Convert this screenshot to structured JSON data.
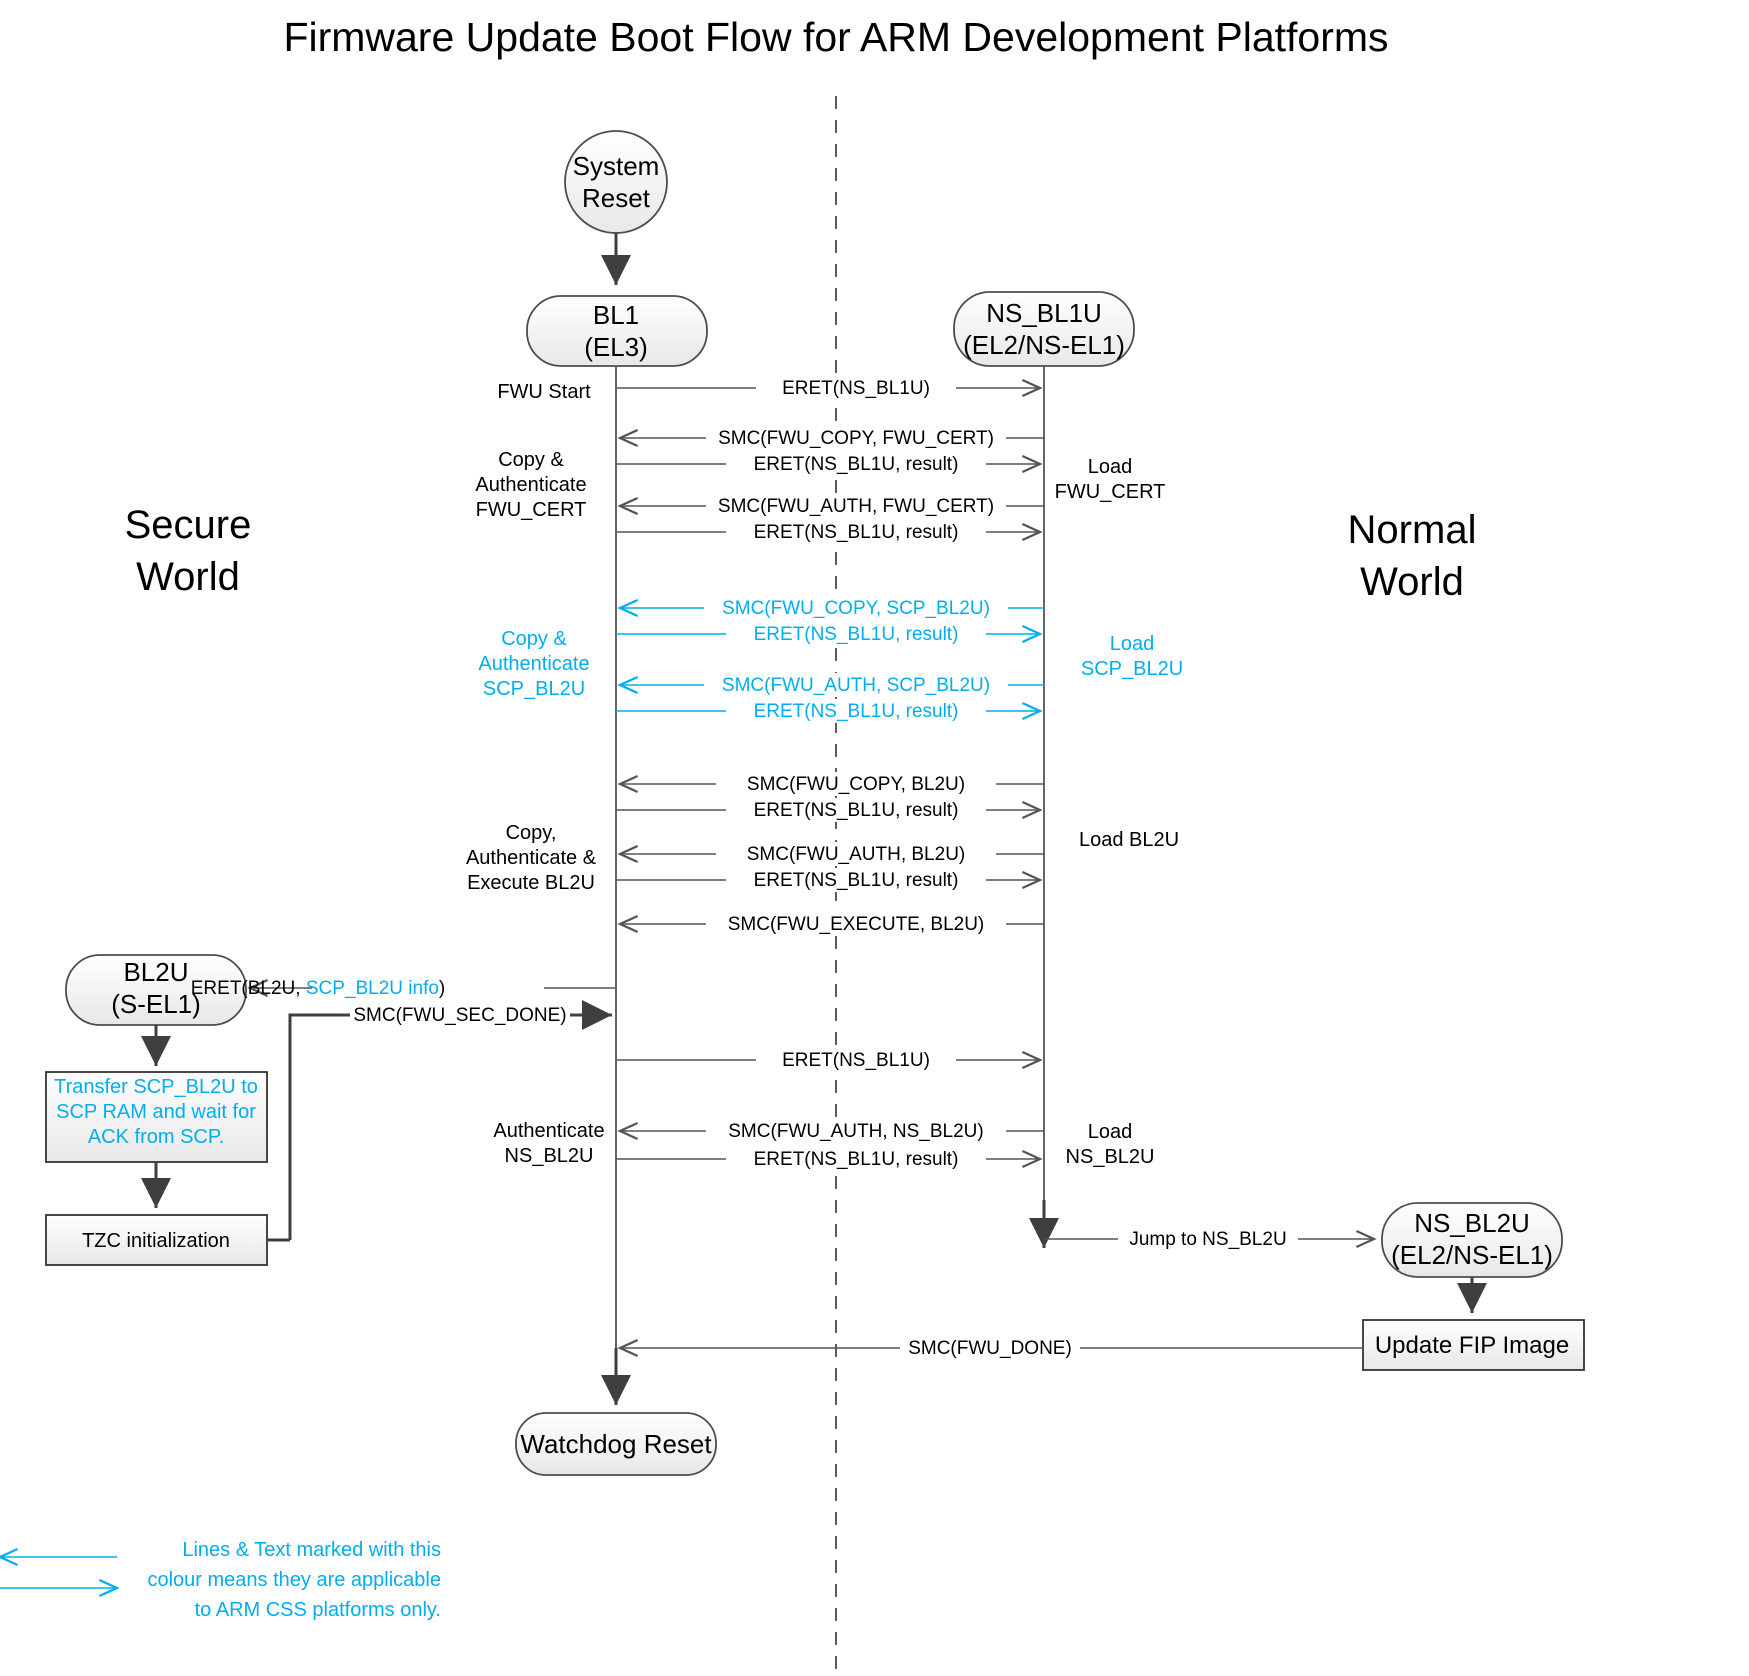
{
  "title": "Firmware Update Boot Flow for ARM Development Platforms",
  "colors": {
    "accent_cyan": "#00AEEF",
    "line": "#555555",
    "text": "#000000",
    "node_fill": "#f2f2f2"
  },
  "worlds": {
    "secure_line1": "Secure",
    "secure_line2": "World",
    "normal_line1": "Normal",
    "normal_line2": "World"
  },
  "nodes": {
    "system_reset": {
      "line1": "System",
      "line2": "Reset"
    },
    "bl1": {
      "line1": "BL1",
      "line2": "(EL3)"
    },
    "ns_bl1u": {
      "line1": "NS_BL1U",
      "line2": "(EL2/NS-EL1)"
    },
    "bl2u": {
      "line1": "BL2U",
      "line2": "(S-EL1)"
    },
    "ns_bl2u": {
      "line1": "NS_BL2U",
      "line2": "(EL2/NS-EL1)"
    },
    "watchdog_reset": {
      "label": "Watchdog Reset"
    },
    "update_fip": {
      "label": "Update FIP Image"
    },
    "transfer_scp": {
      "line1": "Transfer SCP_BL2U to",
      "line2": "SCP RAM and wait for",
      "line3": "ACK from SCP."
    },
    "tzc_init": {
      "label": "TZC initialization"
    }
  },
  "messages": [
    {
      "id": "m1",
      "label": "ERET(NS_BL1U)",
      "dir": "right",
      "cyan": false
    },
    {
      "id": "m2",
      "label": "SMC(FWU_COPY, FWU_CERT)",
      "dir": "left",
      "cyan": false
    },
    {
      "id": "m3",
      "label": "ERET(NS_BL1U, result)",
      "dir": "right",
      "cyan": false
    },
    {
      "id": "m4",
      "label": "SMC(FWU_AUTH, FWU_CERT)",
      "dir": "left",
      "cyan": false
    },
    {
      "id": "m5",
      "label": "ERET(NS_BL1U, result)",
      "dir": "right",
      "cyan": false
    },
    {
      "id": "m6",
      "label": "SMC(FWU_COPY, SCP_BL2U)",
      "dir": "left",
      "cyan": true
    },
    {
      "id": "m7",
      "label": "ERET(NS_BL1U, result)",
      "dir": "right",
      "cyan": true
    },
    {
      "id": "m8",
      "label": "SMC(FWU_AUTH, SCP_BL2U)",
      "dir": "left",
      "cyan": true
    },
    {
      "id": "m9",
      "label": "ERET(NS_BL1U, result)",
      "dir": "right",
      "cyan": true
    },
    {
      "id": "m10",
      "label": "SMC(FWU_COPY, BL2U)",
      "dir": "left",
      "cyan": false
    },
    {
      "id": "m11",
      "label": "ERET(NS_BL1U, result)",
      "dir": "right",
      "cyan": false
    },
    {
      "id": "m12",
      "label": "SMC(FWU_AUTH, BL2U)",
      "dir": "left",
      "cyan": false
    },
    {
      "id": "m13",
      "label": "ERET(NS_BL1U, result)",
      "dir": "right",
      "cyan": false
    },
    {
      "id": "m14",
      "label": "SMC(FWU_EXECUTE, BL2U)",
      "dir": "left",
      "cyan": false
    },
    {
      "id": "m17",
      "label": "ERET(NS_BL1U)",
      "dir": "right",
      "cyan": false
    },
    {
      "id": "m18",
      "label": "SMC(FWU_AUTH, NS_BL2U)",
      "dir": "left",
      "cyan": false
    },
    {
      "id": "m19",
      "label": "ERET(NS_BL1U, result)",
      "dir": "right",
      "cyan": false
    }
  ],
  "special_messages": {
    "eret_bl2u_prefix": "ERET(BL2U, ",
    "eret_bl2u_cyan": "SCP_BL2U info",
    "eret_bl2u_suffix": ")",
    "smc_fwu_sec_done": "SMC(FWU_SEC_DONE)",
    "jump_to_ns_bl2u": "Jump to NS_BL2U",
    "smc_fwu_done": "SMC(FWU_DONE)"
  },
  "left_labels": [
    {
      "id": "l1",
      "lines": [
        "FWU Start"
      ],
      "cyan": false
    },
    {
      "id": "l2",
      "lines": [
        "Copy &",
        "Authenticate",
        "FWU_CERT"
      ],
      "cyan": false
    },
    {
      "id": "l3",
      "lines": [
        "Copy &",
        "Authenticate",
        "SCP_BL2U"
      ],
      "cyan": true
    },
    {
      "id": "l4",
      "lines": [
        "Copy,",
        "Authenticate &",
        "Execute BL2U"
      ],
      "cyan": false
    },
    {
      "id": "l5",
      "lines": [
        "Authenticate",
        "NS_BL2U"
      ],
      "cyan": false
    }
  ],
  "right_labels": [
    {
      "id": "r1",
      "lines": [
        "Load",
        "FWU_CERT"
      ],
      "cyan": false
    },
    {
      "id": "r2",
      "lines": [
        "Load",
        "SCP_BL2U"
      ],
      "cyan": true
    },
    {
      "id": "r3",
      "lines": [
        "Load BL2U"
      ],
      "cyan": false
    },
    {
      "id": "r4",
      "lines": [
        "Load",
        "NS_BL2U"
      ],
      "cyan": false
    }
  ],
  "legend": {
    "line1": "Lines & Text marked with this",
    "line2": "colour means they are applicable",
    "line3": "to ARM CSS platforms only."
  }
}
